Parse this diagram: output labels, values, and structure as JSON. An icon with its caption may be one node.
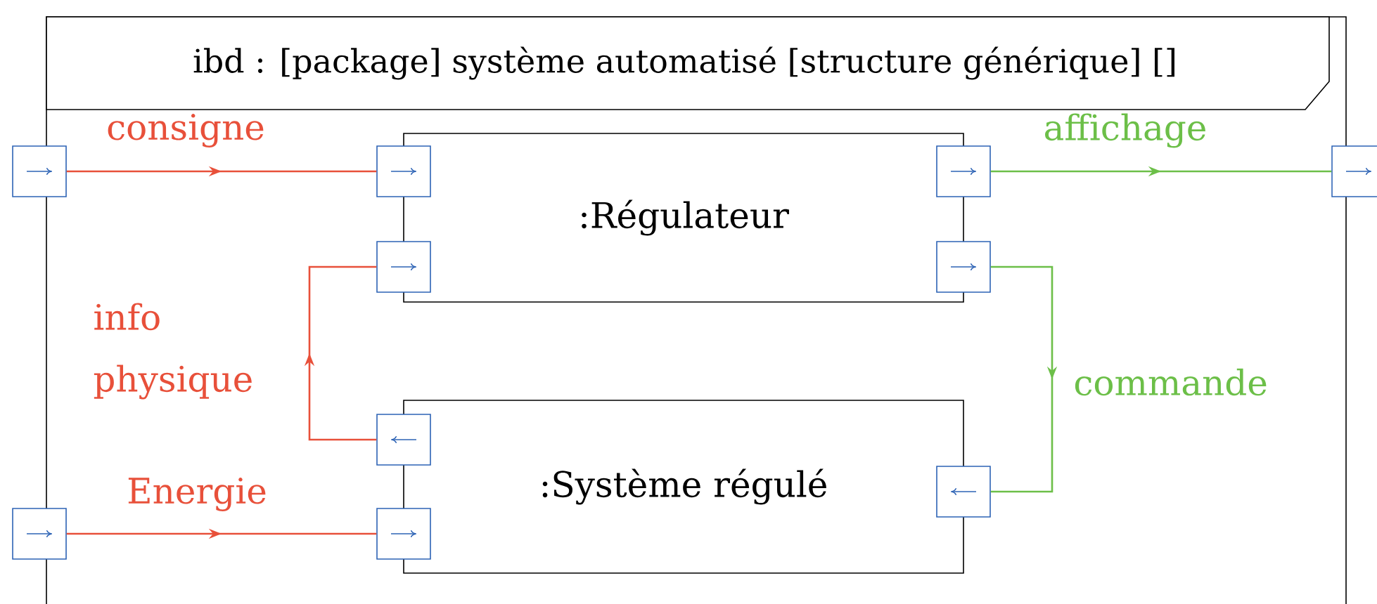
{
  "diagram": {
    "nodes": [
      {
        "text": [
          "ibd : [package] système automatisé [structure générique] []"
        ]
      },
      {
        "text": [
          ":Régulateur"
        ],
        "in": 0
      },
      {
        "text": [
          ":Système régulé"
        ],
        "in": 0
      },
      {
        "text": [],
        "shape": "box"
      },
      {
        "text": [],
        "shape": "box",
        "in": 0
      },
      {
        "text": [],
        "shape": "box",
        "in": 0
      },
      {
        "text": [],
        "shape": "box"
      },
      {
        "text": [],
        "shape": "box",
        "in": 0
      },
      {
        "text": [],
        "shape": "box",
        "in": 0
      },
      {
        "text": [],
        "shape": "box",
        "in": 0
      },
      {
        "text": [],
        "shape": "box",
        "in": 0
      },
      {
        "text": [],
        "shape": "box"
      },
      {
        "text": [],
        "shape": "box",
        "in": 0
      }
    ],
    "edges": [
      {
        "from": 3,
        "to": 4,
        "arrow": "to",
        "label": "consigne",
        "color": "#e8503a"
      },
      {
        "from": 5,
        "to": 6,
        "arrow": "to",
        "label": "affichage",
        "color": "#6cbf48"
      },
      {
        "from": 9,
        "to": 7,
        "arrow": "to",
        "label": "info physique",
        "color": "#e8503a"
      },
      {
        "from": 8,
        "to": 10,
        "arrow": "to",
        "label": "commande",
        "color": "#6cbf48"
      },
      {
        "from": 11,
        "to": 12,
        "arrow": "to",
        "label": "Energie",
        "color": "#e8503a"
      }
    ]
  }
}
